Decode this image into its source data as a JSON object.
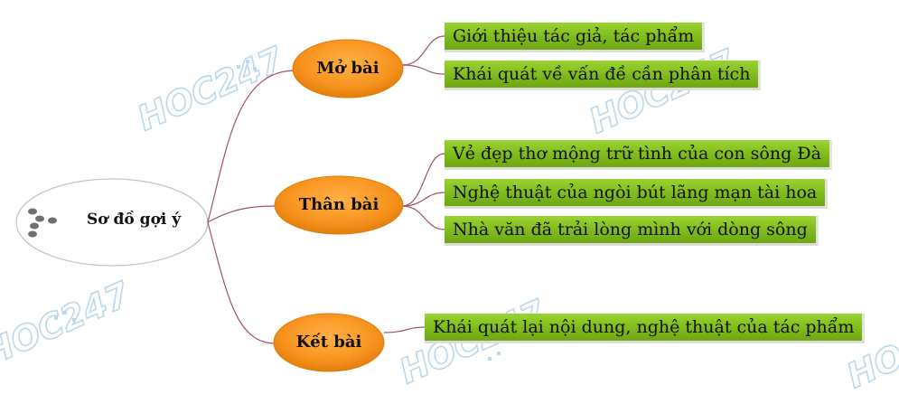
{
  "diagram": {
    "central_topic": {
      "label": "Sơ đồ gợi ý"
    },
    "branches": [
      {
        "label": "Mở bài",
        "children": [
          "Giới thiệu tác giả, tác phẩm",
          "Khái quát về vấn đề cần phân tích"
        ]
      },
      {
        "label": "Thân bài",
        "children": [
          "Vẻ đẹp thơ mộng trữ tình của con sông Đà",
          "Nghệ thuật của ngòi bút lãng mạn tài hoa",
          "Nhà văn đã trải lòng mình với dòng sông"
        ]
      },
      {
        "label": "Kết bài",
        "children": [
          "Khái quát lại nội dung, nghệ thuật của tác phẩm"
        ]
      }
    ],
    "watermark": "HOC247"
  },
  "colors": {
    "branch_fill": "#f7931d",
    "leaf_fill": "#8cc63f",
    "connector": "#a0506e",
    "watermark": "#bcd8ec"
  }
}
